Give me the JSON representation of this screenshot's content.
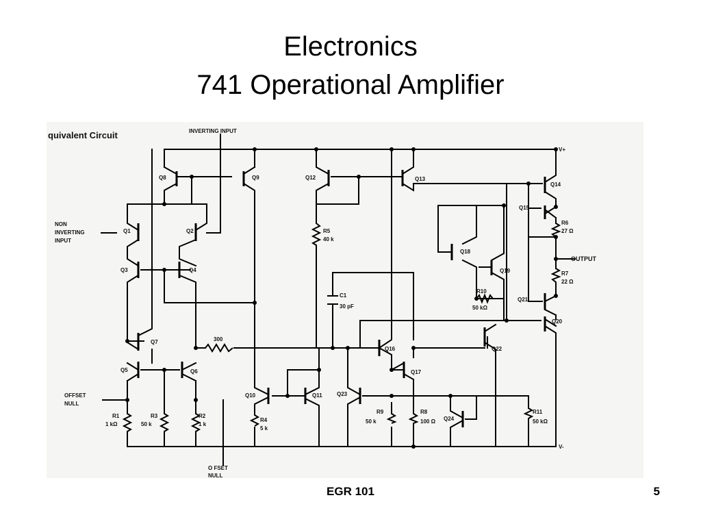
{
  "slide": {
    "title_line1": "Electronics",
    "title_line2": "741 Operational Amplifier",
    "footer_center": "EGR 101",
    "page_number": "5"
  },
  "schematic": {
    "heading": "quivalent Circuit",
    "rails": {
      "positive": "V+",
      "negative": "V-"
    },
    "terminals": {
      "inverting_input": "INVERTING INPUT",
      "non_inverting_input": [
        "NON",
        "INVERTING",
        "INPUT"
      ],
      "output": "OUTPUT",
      "offset_null_left": [
        "OFFSET",
        "NULL"
      ],
      "offset_null_bottom": [
        "O FSET",
        "NULL"
      ]
    },
    "transistors": {
      "q1": "Q1",
      "q2": "Q2",
      "q3": "Q3",
      "q4": "Q4",
      "q5": "Q5",
      "q6": "Q6",
      "q7": "Q7",
      "q8": "Q8",
      "q9": "Q9",
      "q10": "Q10",
      "q11": "Q11",
      "q12": "Q12",
      "q13": "Q13",
      "q14": "Q14",
      "q15": "Q15",
      "q16": "Q16",
      "q17": "Q17",
      "q18": "Q18",
      "q19": "Q19",
      "q20": "Q20",
      "q21": "Q21",
      "q22": "Q22",
      "q23": "Q23",
      "q24": "Q24"
    },
    "resistors": {
      "r1": {
        "name": "R1",
        "value": "1 kΩ"
      },
      "r2": {
        "name": "R2",
        "value": "1 k"
      },
      "r3": {
        "name": "R3",
        "value": "50 k"
      },
      "r4": {
        "name": "R4",
        "value": "5 k"
      },
      "r5": {
        "name": "R5",
        "value": "40 k"
      },
      "r6": {
        "name": "R6",
        "value": "27 Ω"
      },
      "r7": {
        "name": "R7",
        "value": "22 Ω"
      },
      "r8": {
        "name": "R8",
        "value": "100 Ω"
      },
      "r9": {
        "name": "R9",
        "value": "50 k"
      },
      "r10": {
        "name": "R10",
        "value": "50 kΩ"
      },
      "r11": {
        "name": "R11",
        "value": "50 kΩ"
      },
      "r_300": {
        "value": "300"
      }
    },
    "capacitor": {
      "name": "C1",
      "value": "30 pF"
    }
  }
}
